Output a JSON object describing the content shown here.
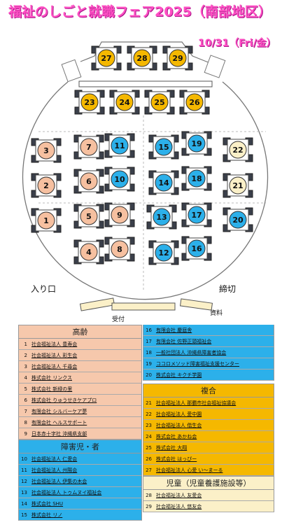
{
  "title": "福祉のしごと就職フェア2025（南部地区）",
  "date": "10/31（Fri/金）",
  "map_labels": {
    "entrance": "入り口",
    "exit": "締切",
    "reception": "受付",
    "materials": "資料"
  },
  "colors": {
    "elderly": "#f6c0a0",
    "disability": "#2cb0ea",
    "child_support": "#f5c542",
    "children": "#fbf0c8",
    "combined": "#f5b800",
    "border": "#333333"
  },
  "booths": [
    {
      "num": "27",
      "cat": "combined"
    },
    {
      "num": "28",
      "cat": "combined"
    },
    {
      "num": "29",
      "cat": "combined"
    },
    {
      "num": "23",
      "cat": "combined"
    },
    {
      "num": "24",
      "cat": "combined"
    },
    {
      "num": "25",
      "cat": "combined"
    },
    {
      "num": "26",
      "cat": "combined"
    },
    {
      "num": "1",
      "cat": "elderly"
    },
    {
      "num": "2",
      "cat": "elderly"
    },
    {
      "num": "3",
      "cat": "elderly"
    },
    {
      "num": "4",
      "cat": "elderly"
    },
    {
      "num": "5",
      "cat": "elderly"
    },
    {
      "num": "6",
      "cat": "elderly"
    },
    {
      "num": "7",
      "cat": "elderly"
    },
    {
      "num": "8",
      "cat": "elderly"
    },
    {
      "num": "9",
      "cat": "elderly"
    },
    {
      "num": "10",
      "cat": "disability"
    },
    {
      "num": "11",
      "cat": "disability"
    },
    {
      "num": "12",
      "cat": "disability"
    },
    {
      "num": "13",
      "cat": "disability"
    },
    {
      "num": "14",
      "cat": "disability"
    },
    {
      "num": "15",
      "cat": "disability"
    },
    {
      "num": "16",
      "cat": "disability"
    },
    {
      "num": "17",
      "cat": "disability"
    },
    {
      "num": "18",
      "cat": "disability"
    },
    {
      "num": "19",
      "cat": "disability"
    },
    {
      "num": "20",
      "cat": "disability"
    },
    {
      "num": "21",
      "cat": "children"
    },
    {
      "num": "22",
      "cat": "children"
    }
  ],
  "legend": {
    "elderly": {
      "header": "高齢",
      "items": [
        {
          "num": "1",
          "name": "社会福祉法人 豊寿会"
        },
        {
          "num": "2",
          "name": "社会福祉法人 彩生会"
        },
        {
          "num": "3",
          "name": "社会福祉法人 千尋会"
        },
        {
          "num": "4",
          "name": "株式会社 リンクス"
        },
        {
          "num": "5",
          "name": "株式会社 新緑の里"
        },
        {
          "num": "6",
          "name": "株式会社 りゅうせきケアプロ"
        },
        {
          "num": "7",
          "name": "有限会社 シルバーケア夢"
        },
        {
          "num": "8",
          "name": "有限会社 ヘルスサポート"
        },
        {
          "num": "9",
          "name": "日本赤十字社 沖縄県支部"
        }
      ]
    },
    "disability": {
      "header": "障害児・者",
      "items": [
        {
          "num": "10",
          "name": "社会福祉法人 仁愛会"
        },
        {
          "num": "11",
          "name": "社会福祉法人 州陽会"
        },
        {
          "num": "12",
          "name": "社会福祉法人 伊集の木会"
        },
        {
          "num": "13",
          "name": "社会福祉法人 トゥムヌイ福祉会"
        },
        {
          "num": "14",
          "name": "株式会社 SHU"
        },
        {
          "num": "15",
          "name": "株式会社 リノ"
        },
        {
          "num": "16",
          "name": "有限会社 慶庭舎"
        },
        {
          "num": "17",
          "name": "有限会社 佐野正頭福祉会"
        },
        {
          "num": "18",
          "name": "一般社団法人 沖縄県障害者協会"
        },
        {
          "num": "19",
          "name": "ココロメソッド障害福祉支援センター"
        },
        {
          "num": "20",
          "name": "株式会社 キクチ学園"
        }
      ]
    },
    "combined": {
      "header": "複合",
      "items": [
        {
          "num": "21",
          "name": "社会福祉法人 那覇市社会福祉協議会"
        },
        {
          "num": "22",
          "name": "社会福祉法人 愛中園"
        },
        {
          "num": "23",
          "name": "社会福祉法人 偕生会"
        },
        {
          "num": "24",
          "name": "株式会社 あかね会"
        },
        {
          "num": "25",
          "name": "株式会社 大翔"
        },
        {
          "num": "26",
          "name": "株式会社 はっぴー"
        },
        {
          "num": "27",
          "name": "社会福祉法人 心愛 い～まーる"
        }
      ]
    },
    "children": {
      "header": "児童（児童養護施設等）",
      "items": [
        {
          "num": "28",
          "name": "社会福祉法人 友愛会"
        },
        {
          "num": "29",
          "name": "社会福祉法人 悠友会"
        }
      ]
    }
  }
}
